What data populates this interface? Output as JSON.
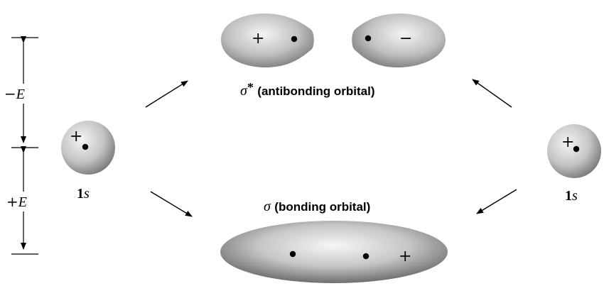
{
  "energy_axis": {
    "top_label_sign": "−",
    "top_label_var": "E",
    "bottom_label_sign": "+",
    "bottom_label_var": "E"
  },
  "atom_left": {
    "label_num": "1",
    "label_sym": "s",
    "charge": "+"
  },
  "atom_right": {
    "label_num": "1",
    "label_sym": "s",
    "charge": "+"
  },
  "antibonding": {
    "symbol": "σ",
    "star": "*",
    "text": "(antibonding orbital)",
    "left_lobe_sign": "+",
    "right_lobe_sign": "−"
  },
  "bonding": {
    "symbol": "σ",
    "text": "(bonding orbital)",
    "sign": "+"
  },
  "colors": {
    "ink": "#000000",
    "orbital_light": "#f2f2f2",
    "orbital_mid": "#bdbdbd",
    "orbital_dark": "#6e6e6e"
  }
}
